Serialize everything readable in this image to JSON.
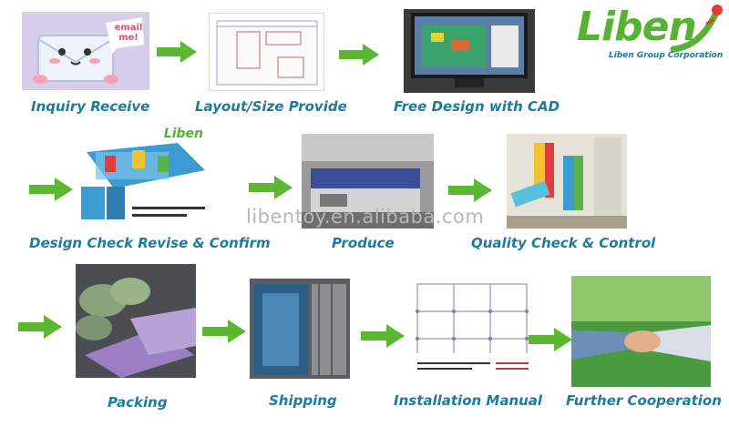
{
  "logo": {
    "name": "Liben",
    "subtitle": "Liben Group Corporation"
  },
  "watermark": "libentoy.en.alibaba.com",
  "steps": [
    {
      "label": "Inquiry Receive"
    },
    {
      "label": "Layout/Size Provide"
    },
    {
      "label": "Free Design with CAD"
    },
    {
      "label": "Design Check Revise & Confirm"
    },
    {
      "label": "Produce"
    },
    {
      "label": "Quality Check & Control"
    },
    {
      "label": "Packing"
    },
    {
      "label": "Shipping"
    },
    {
      "label": "Installation Manual"
    },
    {
      "label": "Further Cooperation"
    }
  ],
  "colors": {
    "label": "#1e7a9e",
    "arrow": "#5cb832",
    "logo": "#57b132"
  },
  "step1_bubble": "email me!"
}
